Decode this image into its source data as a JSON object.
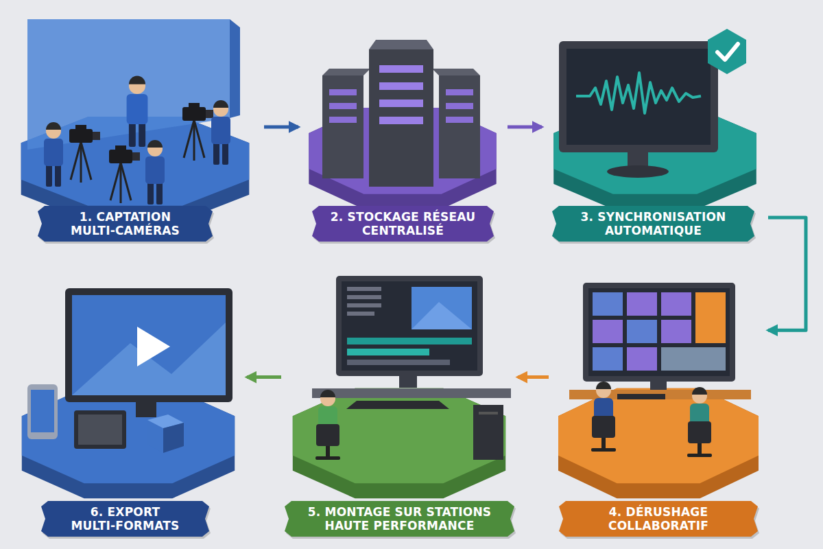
{
  "diagram": {
    "nodes": [
      {
        "text": [
          "1. CAPTATION MULTI-CAMÉRAS"
        ]
      },
      {
        "text": [
          "2. STOCKAGE RÉSEAU CENTRALISÉ"
        ]
      },
      {
        "text": [
          "3. SYNCHRONISATION AUTOMATIQUE"
        ]
      },
      {
        "text": [
          "4. DÉRUSHAGE COLLABORATIF"
        ]
      },
      {
        "text": [
          "5. MONTAGE SUR STATIONS HAUTE PERFORMANCE"
        ]
      },
      {
        "text": [
          "6. EXPORT MULTI-FORMATS"
        ]
      }
    ],
    "edges": [
      {
        "from": 0,
        "to": 1,
        "arrow": "to"
      },
      {
        "from": 1,
        "to": 2,
        "arrow": "to"
      },
      {
        "from": 2,
        "to": 3,
        "arrow": "to"
      },
      {
        "from": 3,
        "to": 4,
        "arrow": "to"
      },
      {
        "from": 4,
        "to": 5,
        "arrow": "to"
      }
    ]
  }
}
